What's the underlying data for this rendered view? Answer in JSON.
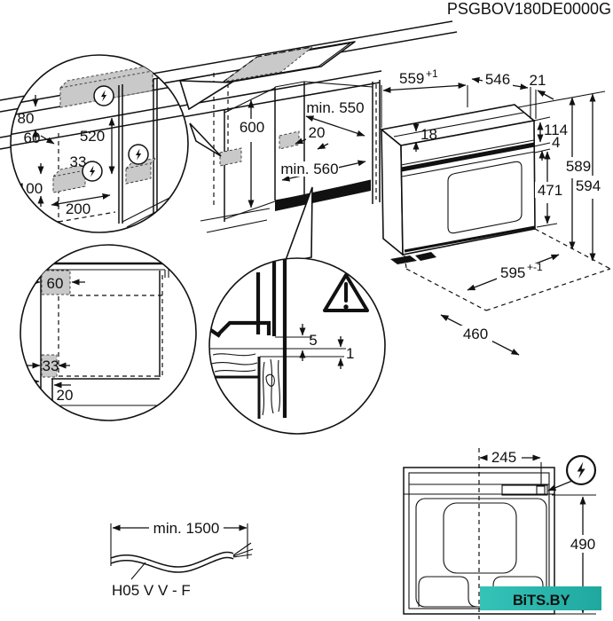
{
  "part_number": "PSGBOV180DE0000G",
  "colors": {
    "line": "#111111",
    "connection_zone_gray": "#c9c9c9",
    "watermark_teal": "#2ab5ab",
    "watermark_text_dark": "#1c2a3a",
    "watermark_i_light": "#9feee7"
  },
  "wall_detail": {
    "d80": "80",
    "d60": "60",
    "d520": "520",
    "d33": "33",
    "d100": "100",
    "d200": "200"
  },
  "niche": {
    "d600": "600",
    "min550": "min. 550",
    "d20": "20",
    "min560": "min. 560"
  },
  "oven": {
    "d559": "559",
    "d559_sup": "+1",
    "d546": "546",
    "d21": "21",
    "d18": "18",
    "d114": "114",
    "d4": "4",
    "d589": "589",
    "d594": "594",
    "d471": "471",
    "d595": "595",
    "d595_sup": "+-1",
    "d460": "460"
  },
  "corner_detail": {
    "d60": "60",
    "d33": "33",
    "d20": "20"
  },
  "joint_detail": {
    "d5": "5",
    "d1": "1"
  },
  "cable": {
    "length": "min. 1500",
    "type": "H05 V V - F"
  },
  "top_view": {
    "d245": "245",
    "d490": "490"
  },
  "watermark": {
    "b": "B",
    "i": "i",
    "rest": "TS.BY"
  }
}
